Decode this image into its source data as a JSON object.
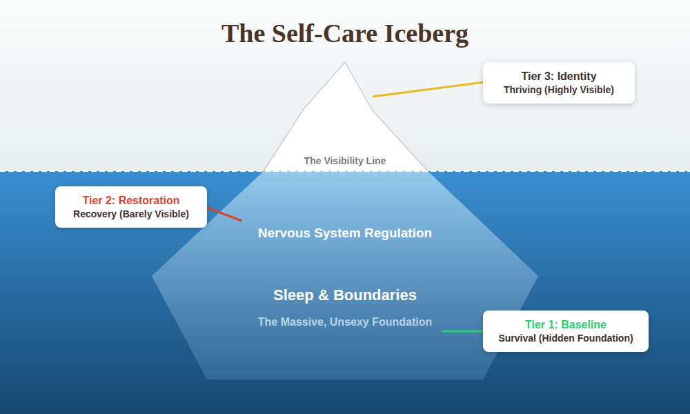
{
  "diagram": {
    "title": "The Self-Care Iceberg",
    "nodes": [
      {
        "text": [
          "Tier 3: Identity",
          "Thriving (Highly Visible)"
        ]
      },
      {
        "text": [
          "Tier 2: Restoration",
          "Recovery (Barely Visible)"
        ]
      },
      {
        "text": [
          "Tier 1: Baseline",
          "Survival (Hidden Foundation)"
        ]
      }
    ],
    "labels": [
      "The Visibility Line",
      "Nervous System Regulation",
      "Sleep & Boundaries",
      "The Massive, Unsexy Foundation"
    ]
  }
}
